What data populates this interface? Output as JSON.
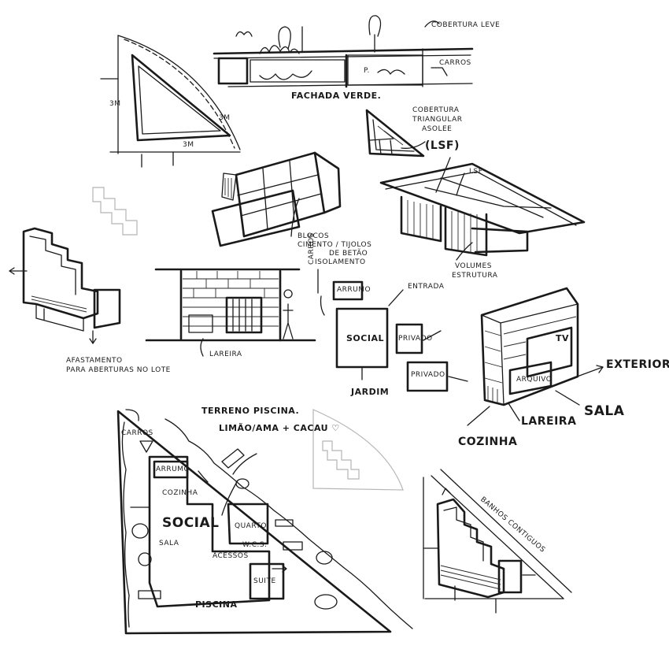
{
  "labels": {
    "cobertura_leve": "COBERTURA LEVE",
    "p": "P.",
    "carros_top": "CARROS",
    "fachada_verde": "FACHADA VERDE.",
    "dim_3m_a": "3M",
    "dim_3m_b": "3M",
    "dim_3m_c": "3M",
    "cobertura_triangular_line1": "COBERTURA",
    "cobertura_triangular_line2": "TRIANGULAR",
    "cobertura_triangular_line3": "ASOLEE",
    "lsf_big": "(LSF)",
    "lsf_small": "LSF",
    "blocos_line1": "BLOCOS",
    "blocos_line2": "CIMENTO / TIJOLOS",
    "blocos_line3": "DE BETÃO",
    "blocos_line4": "ISOLAMENTO",
    "volumes_line1": "VOLUMES",
    "volumes_line2": "ESTRUTURA",
    "carros_vertical": "CARROS",
    "entrada": "ENTRADA",
    "lareira_sec": "LAREIRA",
    "afastamento_line1": "AFASTAMENTO",
    "afastamento_line2": "PARA ABERTURAS NO LOTE",
    "arrumo": "ARRUMO",
    "social": "SOCIAL",
    "privado1": "PRIVADO",
    "privado2": "PRIVADO",
    "jardim": "JARDIM",
    "tv": "TV",
    "arquivo": "ARQUIVO",
    "exterior": "EXTERIOR",
    "lareira": "LAREIRA",
    "sala": "SALA",
    "cozinha": "COZINHA",
    "terreno_piscina": "TERRENO PISCINA.",
    "limao": "LIMÃO/AMA + CACAU ♡",
    "carros_plan": "CARROS",
    "arrumo_plan": "ARRUMO",
    "cozinha_plan": "COZINHA",
    "social_plan": "SOCIAL",
    "sala_plan": "SALA",
    "quarto": "QUARTO",
    "wcs": "W.C.S.",
    "acessos": "ACESSOS",
    "suite": "SUITE",
    "piscina": "PISCINA",
    "banhos_line": "BANHOS CONTIGUOS"
  }
}
